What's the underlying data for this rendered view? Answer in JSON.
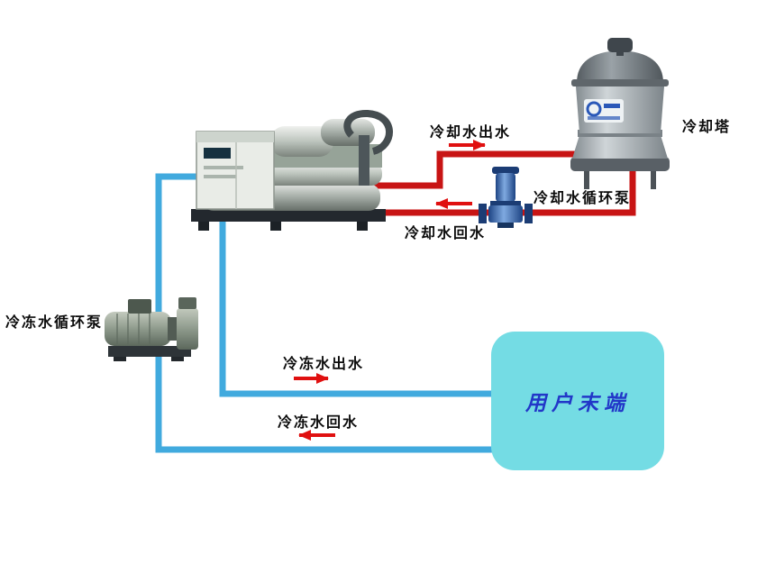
{
  "diagram": {
    "type": "hvac-water-cooled-chiller-system-schematic",
    "background": "#ffffff",
    "labels": {
      "cooling_water_out": "冷却水出水",
      "cooling_tower": "冷却塔",
      "cooling_water_pump": "冷却水循环泵",
      "cooling_water_return": "冷却水回水",
      "chilled_water_pump": "冷冻水循环泵",
      "chilled_water_out": "冷冻水出水",
      "chilled_water_return": "冷冻水回水",
      "user_terminal": "用户末端"
    },
    "equipment": [
      {
        "id": "chiller",
        "name": "water-cooled chiller unit"
      },
      {
        "id": "cooling-tower",
        "name": "cooling tower",
        "label": "冷却塔"
      },
      {
        "id": "cooling-water-pump",
        "name": "cooling water circulation pump",
        "label": "冷却水循环泵"
      },
      {
        "id": "chilled-water-pump",
        "name": "chilled water circulation pump",
        "label": "冷冻水循环泵"
      },
      {
        "id": "user-terminal",
        "name": "user terminal box",
        "label": "用户末端"
      }
    ],
    "pipes": [
      {
        "id": "cooling-supply",
        "label": "冷却水出水",
        "from": "chiller",
        "to": "cooling-tower",
        "color": "#c81414",
        "flow_direction": "right"
      },
      {
        "id": "cooling-return",
        "label": "冷却水回水",
        "from": "cooling-tower",
        "to": "chiller",
        "color": "#c81414",
        "flow_direction": "left"
      },
      {
        "id": "chilled-supply",
        "label": "冷冻水出水",
        "from": "chiller",
        "to": "user-terminal",
        "color": "#41aade",
        "flow_direction": "right"
      },
      {
        "id": "chilled-return",
        "label": "冷冻水回水",
        "from": "user-terminal",
        "to": "chiller",
        "color": "#41aade",
        "flow_direction": "left"
      }
    ],
    "colors": {
      "cooling_pipe": "#c81414",
      "chilled_pipe": "#41aade",
      "arrow": "#e01010",
      "terminal_fill": "#74dce4",
      "terminal_text": "#2237c8",
      "label_text": "#0c0c0c"
    }
  }
}
